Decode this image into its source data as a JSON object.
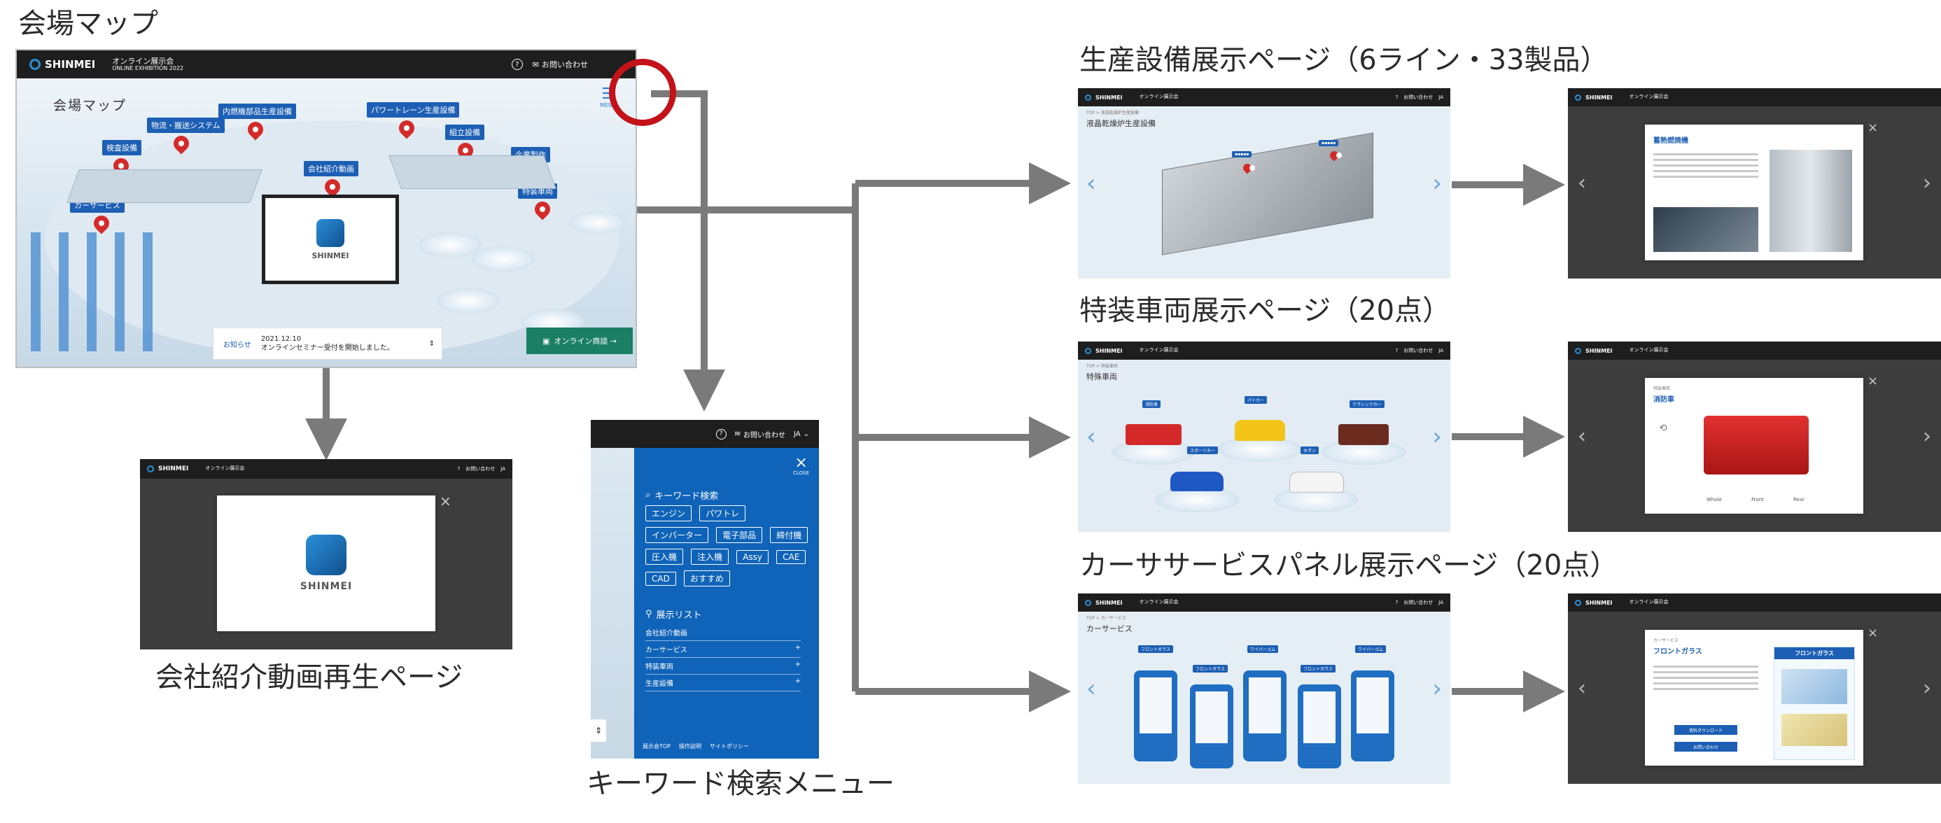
{
  "captions": {
    "venue_map": "会場マップ",
    "production_page": "生産設備展示ページ（6ライン・33製品）",
    "special_vehicle_page": "特装車両展示ページ（20点）",
    "car_service_page": "カーササービスパネル展示ページ（20点）",
    "company_video_page": "会社紹介動画再生ページ",
    "keyword_menu": "キーワード検索メニュー"
  },
  "header": {
    "brand": "SHINMEI",
    "title": "オンライン展示会",
    "subtitle": "ONLINE EXHIBITION 2022",
    "contact": "お問い合わせ",
    "lang": "JA"
  },
  "map": {
    "heading": "会場マップ",
    "menu_label": "MENU",
    "booths": [
      "検査設備",
      "物流・搬送システム",
      "内燃機部品生産設備",
      "パワートレーン生産設備",
      "組立設備",
      "企業製作",
      "特装車両",
      "カーサービス",
      "会社紹介動画"
    ],
    "news_label": "お知らせ",
    "news_date": "2021.12.10",
    "news_text": "オンラインセミナー受付を開始しました。",
    "business_button": "オンライン商談 →",
    "monitor_brand": "SHINMEI"
  },
  "video_page": {
    "brand": "SHINMEI"
  },
  "keyword_menu": {
    "close_label": "CLOSE",
    "search_heading": "キーワード検索",
    "keywords": [
      "エンジン",
      "パワトレ",
      "インバーター",
      "電子部品",
      "締付機",
      "圧入機",
      "注入機",
      "Assy",
      "CAE",
      "CAD",
      "おすすめ"
    ],
    "list_heading": "展示リスト",
    "list_items": [
      "会社紹介動画",
      "カーサービス",
      "特装車両",
      "生産設備"
    ],
    "footer_links": [
      "展示会TOP",
      "操作説明",
      "サイトポリシー"
    ]
  },
  "production": {
    "breadcrumb": "TOP > 液晶乾燥炉生産設備",
    "title": "液晶乾燥炉生産設備",
    "detail_title": "蓄熱燃焼機"
  },
  "special": {
    "breadcrumb": "TOP > 特装車両",
    "title": "特殊車両",
    "labels": [
      "消防車",
      "パトカー",
      "クラシックカー",
      "スポーツカー",
      "セダン"
    ],
    "detail_category": "特装車両",
    "detail_title": "消防車",
    "detail_views": [
      "Whole",
      "Front",
      "Rear"
    ]
  },
  "carservice": {
    "breadcrumb": "TOP > カーサービス",
    "title": "カーサービス",
    "labels": [
      "フロントガラス",
      "フロントガラス",
      "ワイパーゴム",
      "フロントガラス",
      "ワイパーゴム"
    ],
    "detail_category": "カーサービス",
    "detail_title": "フロントガラス",
    "detail_ad": "フロントガラス",
    "detail_buttons": [
      "資料ダウンロード",
      "お問い合わせ"
    ]
  },
  "colors": {
    "menu_blue": "#0f63b8",
    "highlight_red": "#c4121a",
    "arrow_gray": "#7a7a7a",
    "header_black": "#1e1e1e",
    "dark_bg": "#3d3d3d",
    "pin_red": "#d42a2a",
    "accent_green": "#1b7f64"
  }
}
